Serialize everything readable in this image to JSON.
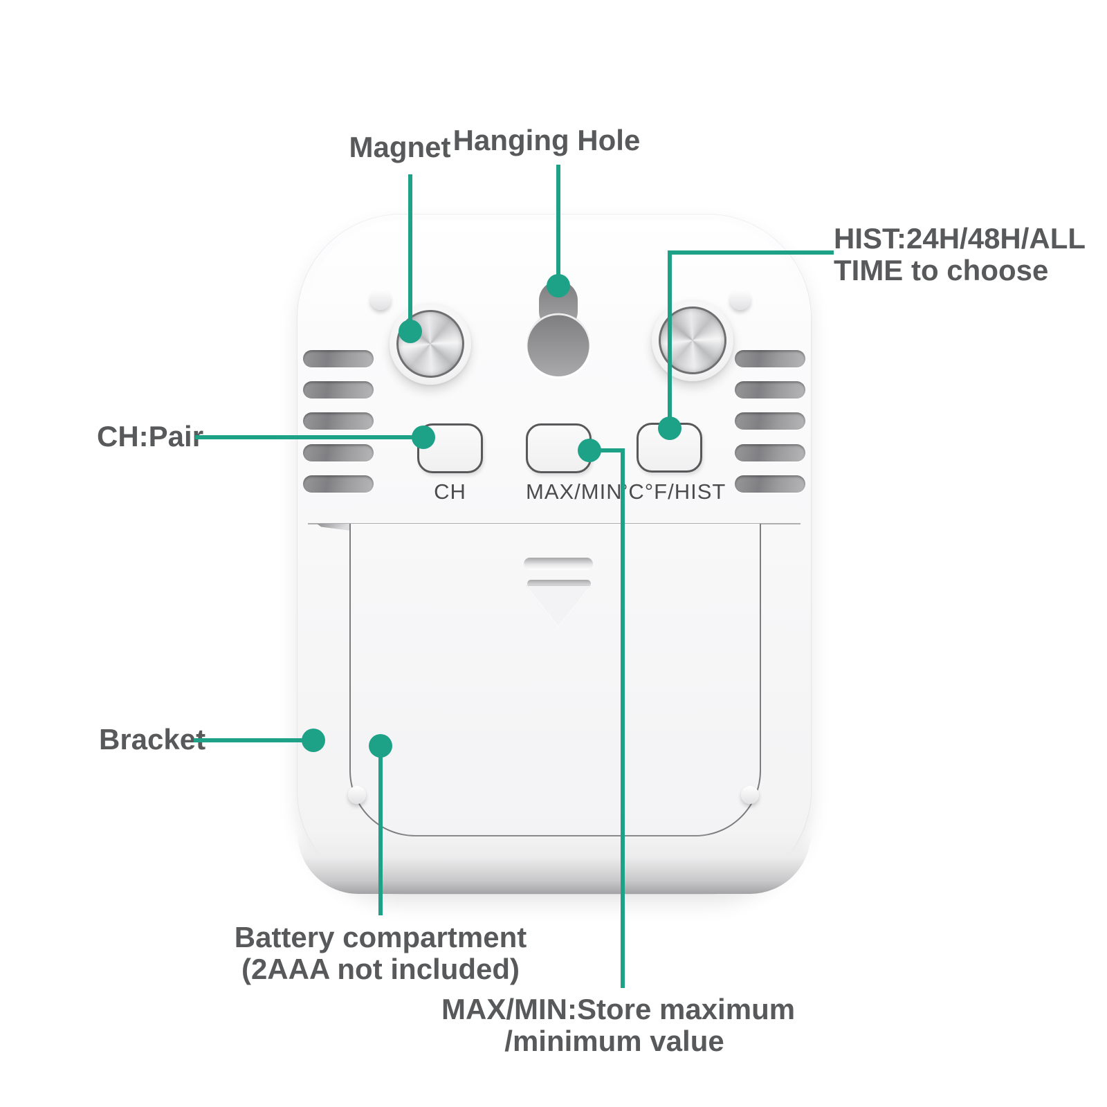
{
  "colors": {
    "accent_teal": "#1ea287",
    "label_text": "#58595b",
    "button_outline": "#58585a"
  },
  "device": {
    "buttons": [
      {
        "label": "CH"
      },
      {
        "label": "MAX/MIN"
      },
      {
        "label": "°C°F/HIST"
      }
    ]
  },
  "annotations": {
    "magnet": {
      "label": "Magnet"
    },
    "hanging_hole": {
      "label": "Hanging Hole"
    },
    "hist": {
      "line1": "HIST:24H/48H/ALL",
      "line2": "TIME to choose"
    },
    "ch_pair": {
      "label": "CH:Pair"
    },
    "bracket": {
      "label": "Bracket"
    },
    "battery": {
      "line1": "Battery compartment",
      "line2": "(2AAA not included)"
    },
    "max_min": {
      "line1": "MAX/MIN:Store maximum",
      "line2": "/minimum value"
    }
  }
}
